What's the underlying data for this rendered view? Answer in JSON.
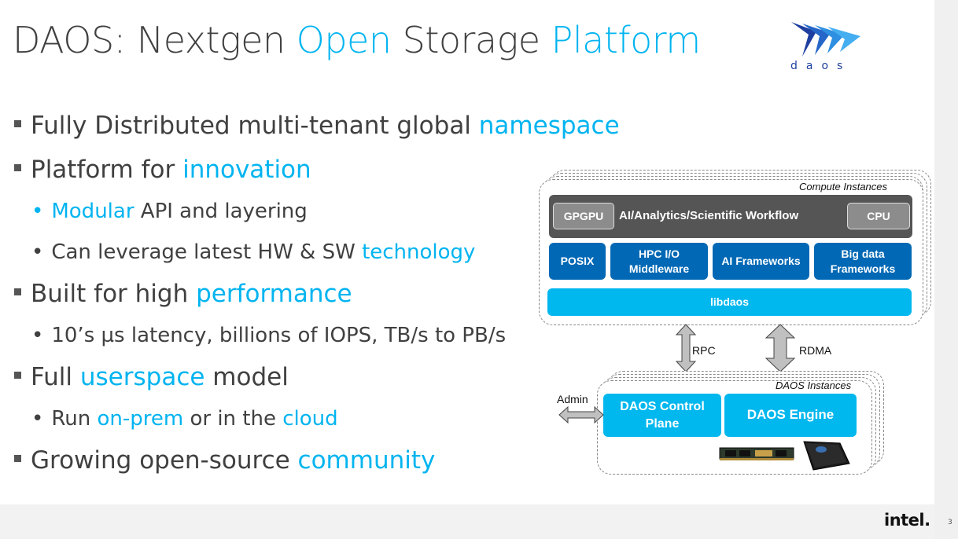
{
  "title": {
    "p1": "DAOS: Nextgen ",
    "p2": "Open",
    "p3": " Storage ",
    "p4": "Platform"
  },
  "logo": {
    "text": "daos",
    "icon": "daos-arrows-logo",
    "colors": [
      "#1e3fa0",
      "#2f9be8"
    ]
  },
  "colors": {
    "accent": "#00b4f0",
    "dark_blue": "#0068b5",
    "cyan": "#00b7ee",
    "grey": "#555555"
  },
  "bullets": {
    "b1": {
      "t1": "Fully Distributed multi-tenant global ",
      "t2": "namespace"
    },
    "b2": {
      "t1": "Platform for ",
      "t2": "innovation"
    },
    "b2a": {
      "t1": "Modular",
      "t2": " API and layering"
    },
    "b2b": {
      "t1": "Can leverage latest HW & SW ",
      "t2": "technology"
    },
    "b3": {
      "t1": "Built for high ",
      "t2": "performance"
    },
    "b3a": {
      "t1": "10’s µs latency, billions of IOPS, TB/s to PB/s"
    },
    "b4": {
      "t1": "Full ",
      "t2": "userspace",
      "t3": " model"
    },
    "b4a": {
      "t1": "Run ",
      "t2": "on-prem",
      "t3": " or in the ",
      "t4": "cloud"
    },
    "b5": {
      "t1": "Growing open-source ",
      "t2": "community"
    }
  },
  "diagram": {
    "compute_label": "Compute Instances",
    "gpgpu": "GPGPU",
    "workflow": "AI/Analytics/Scientific Workflow",
    "cpu": "CPU",
    "posix": "POSIX",
    "hpc": "HPC I/O Middleware",
    "ai": "AI Frameworks",
    "bigdata": "Big data Frameworks",
    "libdaos": "libdaos",
    "rpc": "RPC",
    "rdma": "RDMA",
    "admin": "Admin",
    "daos_label": "DAOS Instances",
    "control": "DAOS Control Plane",
    "engine": "DAOS Engine"
  },
  "footer": {
    "brand": "intel.",
    "page": "3"
  }
}
